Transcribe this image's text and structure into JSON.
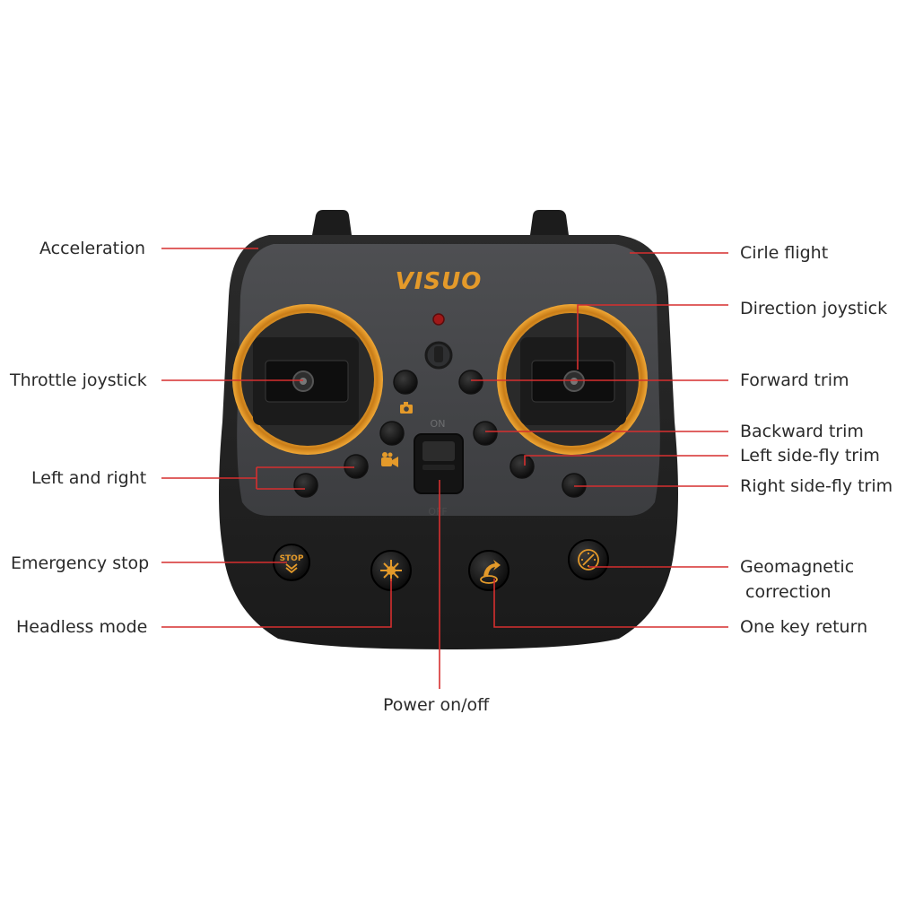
{
  "brand": "VISUO",
  "switch_on_label": "ON",
  "switch_off_label": "OFF",
  "stop_button_text": "STOP",
  "accent_color": "#e49a2a",
  "leader_color": "#d62f2f",
  "labels": {
    "acceleration": "Acceleration",
    "throttle_joystick": "Throttle joystick",
    "left_and_right": "Left and right",
    "emergency_stop": "Emergency stop",
    "headless_mode": "Headless mode",
    "power": "Power on/off",
    "circle_flight": "Cirle flight",
    "direction_joystick": "Direction joystick",
    "forward_trim": "Forward trim",
    "backward_trim": "Backward trim",
    "left_side_fly_trim": "Left side-fly trim",
    "right_side_fly_trim": "Right side-fly trim",
    "geomagnetic_line1": "Geomagnetic",
    "geomagnetic_line2": " correction",
    "one_key_return": "One key return"
  },
  "icons": [
    "camera-icon",
    "video-icon",
    "stop-chevron-icon",
    "headless-compass-icon",
    "return-home-icon",
    "geomagnetic-icon",
    "power-led-icon"
  ]
}
